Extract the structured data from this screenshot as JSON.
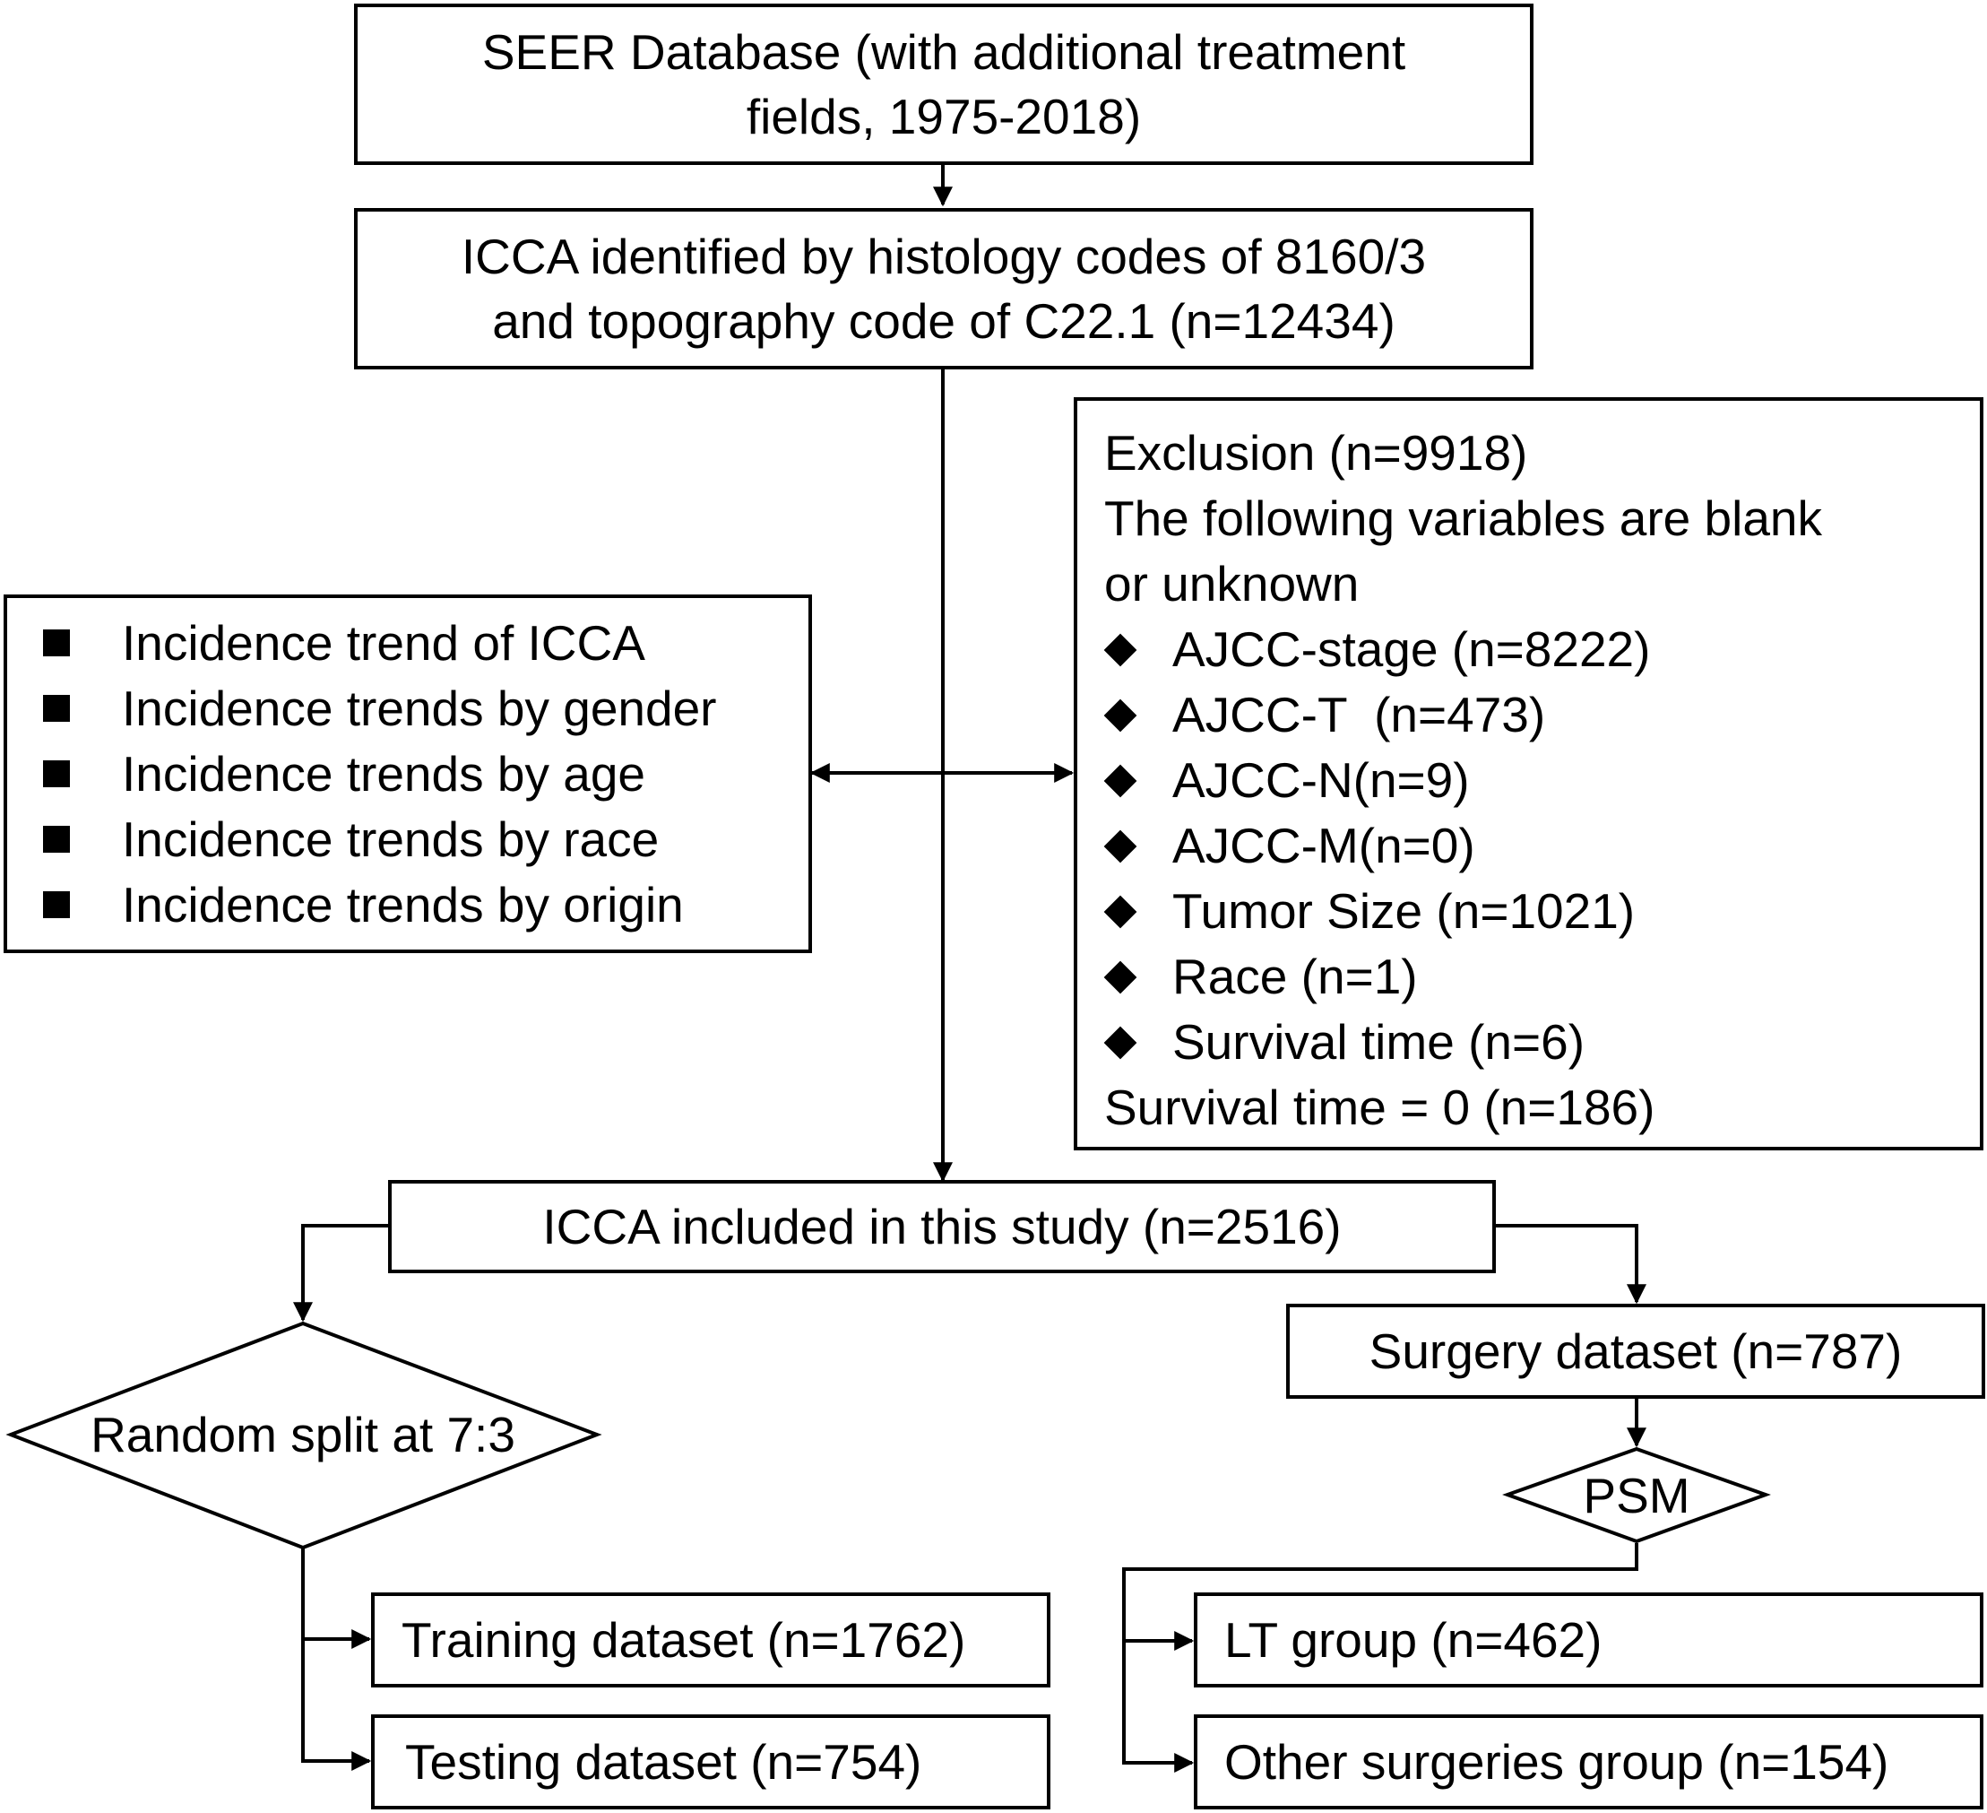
{
  "nodes": {
    "seer": {
      "lines": [
        "SEER Database (with additional treatment",
        "fields, 1975-2018)"
      ]
    },
    "icca_identified": {
      "lines": [
        "ICCA identified by histology codes of 8160/3",
        "and topography code of C22.1 (n=12434)"
      ]
    },
    "exclusion": {
      "header_lines": [
        "Exclusion (n=9918)",
        "The following variables are blank",
        "or unknown"
      ],
      "items": [
        "AJCC-stage (n=8222)",
        "AJCC-T  (n=473)",
        "AJCC-N(n=9)",
        "AJCC-M(n=0)",
        "Tumor Size (n=1021)",
        "Race (n=1)",
        "Survival time (n=6)"
      ],
      "footer": "Survival time = 0 (n=186)"
    },
    "incidence": {
      "items": [
        "Incidence trend of ICCA",
        "Incidence trends by gender",
        "Incidence trends by age",
        "Incidence trends by race",
        "Incidence trends by origin"
      ]
    },
    "included": {
      "label": "ICCA included in this study (n=2516)"
    },
    "random_split": {
      "label": "Random split at 7:3"
    },
    "training": {
      "label": "Training dataset (n=1762)"
    },
    "testing": {
      "label": "Testing dataset (n=754)"
    },
    "surgery": {
      "label": "Surgery dataset (n=787)"
    },
    "psm": {
      "label": "PSM"
    },
    "lt_group": {
      "label": "LT group (n=462)"
    },
    "other_surgeries": {
      "label": "Other surgeries group (n=154)"
    }
  },
  "colors": {
    "stroke": "#000000",
    "background": "#ffffff"
  }
}
